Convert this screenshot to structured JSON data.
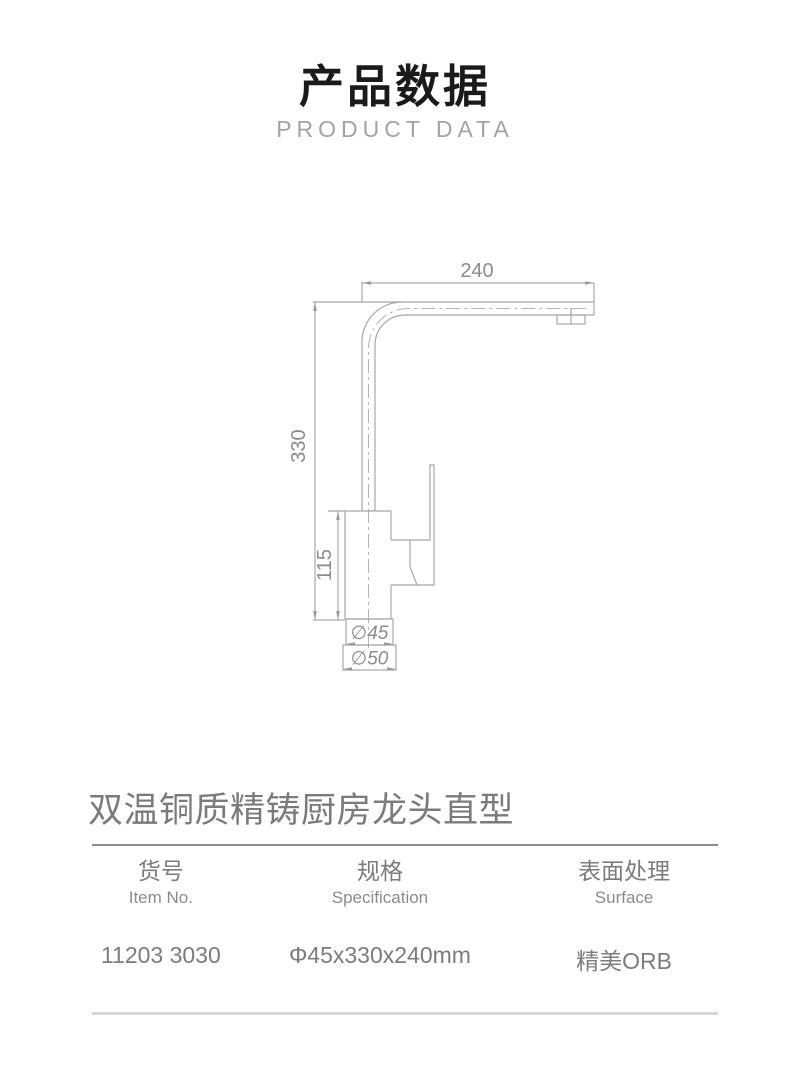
{
  "header": {
    "title_cn": "产品数据",
    "title_en": "PRODUCT DATA"
  },
  "drawing": {
    "dim_spout_reach": "240",
    "dim_total_height": "330",
    "dim_body_height": "115",
    "dim_diameter_45": "∅45",
    "dim_diameter_50": "∅50"
  },
  "product": {
    "name": "双温铜质精铸厨房龙头直型"
  },
  "spec_table": {
    "columns": [
      {
        "label_cn": "货号",
        "label_en": "Item No.",
        "value": "11203 3030"
      },
      {
        "label_cn": "规格",
        "label_en": "Specification",
        "value": "Φ45x330x240mm"
      },
      {
        "label_cn": "表面处理",
        "label_en": "Surface",
        "value": "精美ORB"
      }
    ]
  },
  "colors": {
    "title": "#1a1a1a",
    "subtitle": "#a3a3a3",
    "body_text": "#7c7c7c",
    "drawing_line": "#a8a8a8",
    "dimension_line": "#9a9a9a",
    "divider_dark": "#8d8d8d",
    "divider_light": "#d6d6d6"
  }
}
